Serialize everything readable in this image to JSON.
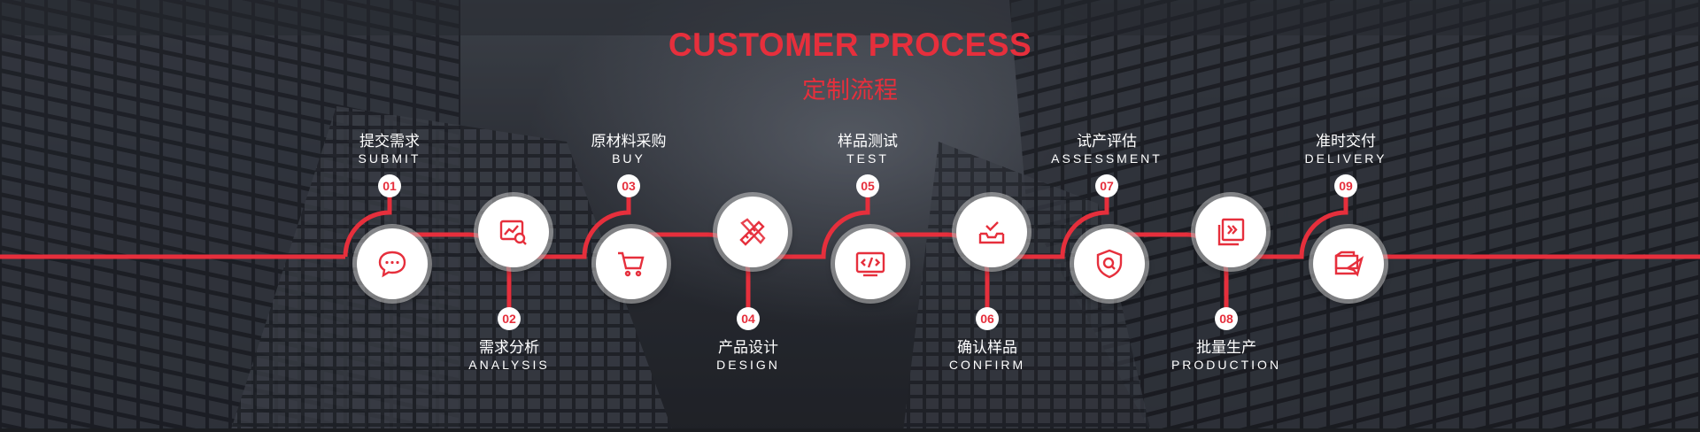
{
  "header": {
    "title": "CUSTOMER PROCESS",
    "subtitle": "定制流程"
  },
  "colors": {
    "accent": "#e62f3c",
    "circle_bg": "#ffffff",
    "text": "#ffffff"
  },
  "steps": [
    {
      "number": "01",
      "cn": "提交需求",
      "en": "SUBMIT",
      "icon": "chat-bubble-icon"
    },
    {
      "number": "02",
      "cn": "需求分析",
      "en": "ANALYSIS",
      "icon": "chart-magnify-icon"
    },
    {
      "number": "03",
      "cn": "原材料采购",
      "en": "BUY",
      "icon": "shopping-cart-icon"
    },
    {
      "number": "04",
      "cn": "产品设计",
      "en": "DESIGN",
      "icon": "ruler-pencil-icon"
    },
    {
      "number": "05",
      "cn": "样品测试",
      "en": "TEST",
      "icon": "code-screen-icon"
    },
    {
      "number": "06",
      "cn": "确认样品",
      "en": "CONFIRM",
      "icon": "inbox-check-icon"
    },
    {
      "number": "07",
      "cn": "试产评估",
      "en": "ASSESSMENT",
      "icon": "shield-search-icon"
    },
    {
      "number": "08",
      "cn": "批量生产",
      "en": "PRODUCTION",
      "icon": "copy-forward-icon"
    },
    {
      "number": "09",
      "cn": "准时交付",
      "en": "DELIVERY",
      "icon": "wallet-send-icon"
    }
  ]
}
